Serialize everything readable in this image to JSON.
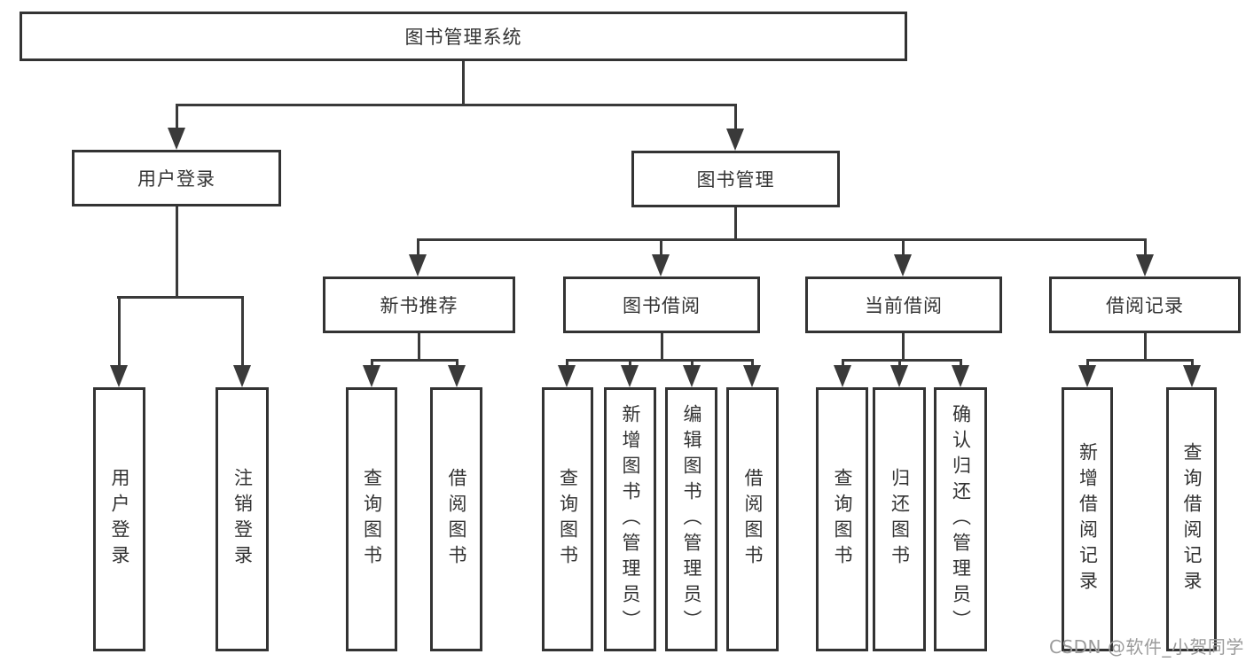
{
  "tree": {
    "root": "图书管理系统",
    "branches": [
      {
        "label": "用户登录",
        "children": [
          "用户登录",
          "注销登录"
        ]
      },
      {
        "label": "图书管理",
        "sections": [
          {
            "label": "新书推荐",
            "children": [
              "查询图书",
              "借阅图书"
            ]
          },
          {
            "label": "图书借阅",
            "children": [
              "查询图书",
              "新增图书（管理员）",
              "编辑图书（管理员）",
              "借阅图书"
            ]
          },
          {
            "label": "当前借阅",
            "children": [
              "查询图书",
              "归还图书",
              "确认归还（管理员）"
            ]
          },
          {
            "label": "借阅记录",
            "children": [
              "新增借阅记录",
              "查询借阅记录"
            ]
          }
        ]
      }
    ]
  },
  "watermark": "CSDN @软件_小贺同学",
  "colors": {
    "line": "#3a3a3a",
    "box_border": "#333333",
    "text": "#333333",
    "watermark": "#9b9b9b",
    "background": "#ffffff"
  }
}
